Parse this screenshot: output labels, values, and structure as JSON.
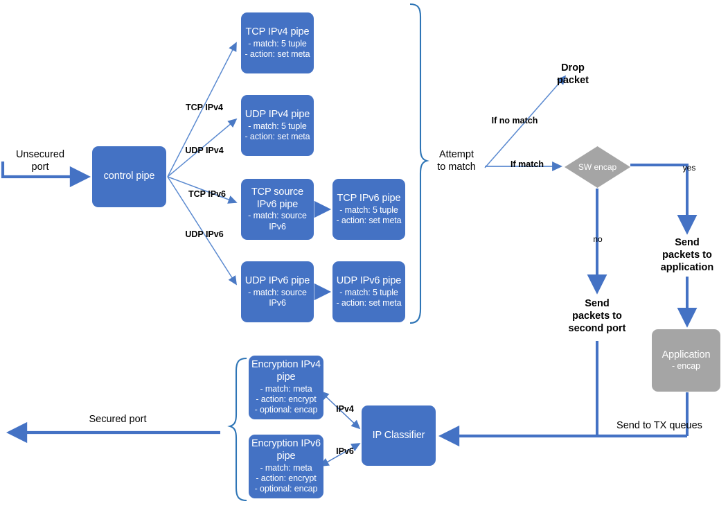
{
  "diagram": {
    "title": "Secured port packet processing pipeline",
    "colors": {
      "pipe_blue": "#4472C4",
      "gray": "#A5A5A5",
      "arrow_blue": "#4472C4",
      "thin_arrow_blue": "#5B8AD0",
      "text_black": "#000000",
      "background": "#FFFFFF"
    }
  },
  "nodes": {
    "control_pipe": {
      "title": "control pipe"
    },
    "tcp_ipv4_pipe": {
      "title": "TCP IPv4 pipe",
      "line1": "- match: 5 tuple",
      "line2": "- action: set meta"
    },
    "udp_ipv4_pipe": {
      "title": "UDP IPv4 pipe",
      "line1": "- match: 5 tuple",
      "line2": "- action: set meta"
    },
    "tcp_source_ipv6_pipe": {
      "title": "TCP source\nIPv6 pipe",
      "line1": "- match: source",
      "line2": "IPv6"
    },
    "tcp_ipv6_pipe": {
      "title": "TCP IPv6 pipe",
      "line1": "- match: 5 tuple",
      "line2": "- action: set meta"
    },
    "udp_source_ipv6_pipe": {
      "title": "UDP IPv6  pipe",
      "line1": "- match: source",
      "line2": "IPv6"
    },
    "udp_ipv6_pipe": {
      "title": "UDP IPv6  pipe",
      "line1": "- match: 5 tuple",
      "line2": "- action: set meta"
    },
    "sw_encap_decision": {
      "title": "SW encap"
    },
    "application": {
      "title": "Application",
      "line1": "- encap"
    },
    "ip_classifier": {
      "title": "IP Classifier"
    },
    "encryption_ipv4_pipe": {
      "title": "Encryption\nIPv4 pipe",
      "line1": "- match: meta",
      "line2": "- action: encrypt",
      "line3": "- optional: encap"
    },
    "encryption_ipv6_pipe": {
      "title": "Encryption\nIPv6 pipe",
      "line1": "- match: meta",
      "line2": "- action: encrypt",
      "line3": "- optional: encap"
    }
  },
  "labels": {
    "unsecured_port": "Unsecured\nport",
    "secured_port": "Secured port",
    "tcp_ipv4": "TCP IPv4",
    "udp_ipv4": "UDP IPv4",
    "tcp_ipv6": "TCP IPv6",
    "udp_ipv6": "UDP IPv6",
    "attempt_to_match": "Attempt\nto match",
    "if_no_match": "If no match",
    "if_match": "If match",
    "drop_packet": "Drop\npacket",
    "yes": "yes",
    "no": "no",
    "send_to_application": "Send\npackets to\napplication",
    "send_to_second_port": "Send\npackets to\nsecond port",
    "send_to_tx_queues": "Send to TX queues",
    "ipv4_branch": "IPv4",
    "ipv6_branch": "IPv6"
  }
}
